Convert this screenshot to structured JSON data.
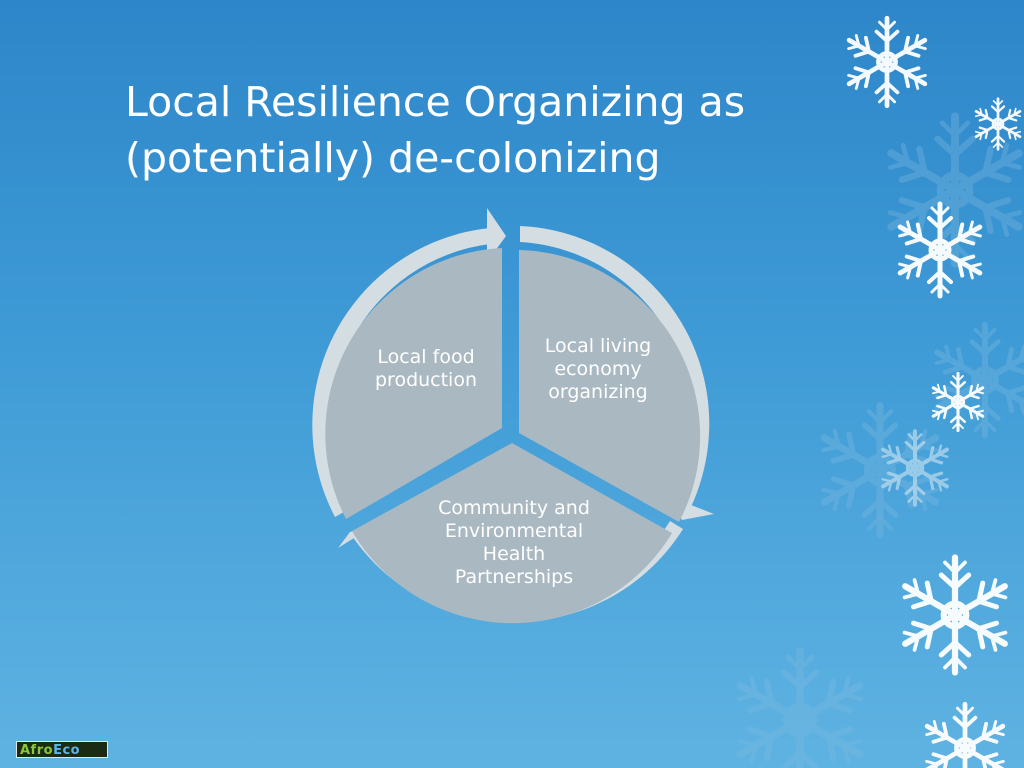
{
  "slide": {
    "title_lines": [
      "Local Resilience Organizing as",
      "(potentially) de-colonizing"
    ]
  },
  "diagram": {
    "type": "cycle",
    "segments": [
      {
        "lines": [
          "Local food",
          "production"
        ]
      },
      {
        "lines": [
          "Local living",
          "economy",
          "organizing"
        ]
      },
      {
        "lines": [
          "Community and",
          "Environmental",
          "Health",
          "Partnerships"
        ]
      }
    ]
  },
  "logo": {
    "part1": "Afro",
    "part2": "Eco"
  },
  "colors": {
    "background_top": "#2d86c9",
    "background_bottom": "#5fb3e2",
    "segment_fill": "#aab8c2",
    "arc_fill": "#d3dde2",
    "title_text": "#ffffff"
  }
}
